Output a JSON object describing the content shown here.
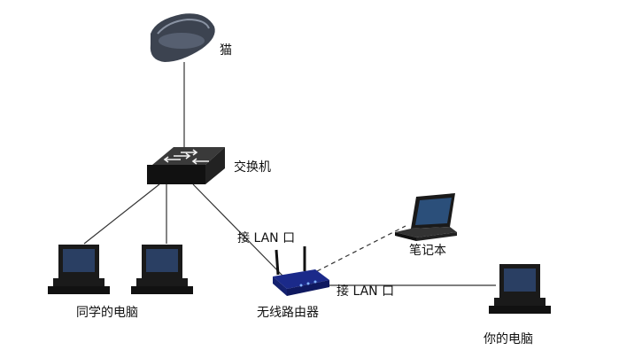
{
  "labels": {
    "modem": "猫",
    "switch": "交换机",
    "lan_port_1": "接 LAN 口",
    "laptop": "笔记本",
    "classmate_pc": "同学的电脑",
    "router": "无线路由器",
    "lan_port_2": "接 LAN 口",
    "your_pc": "你的电脑"
  },
  "colors": {
    "line": "#333333",
    "device_dark": "#1a1a1a",
    "modem_body": "#3c4350",
    "router_body": "#1b2a8a",
    "screen": "#2a3f63",
    "laptop_screen": "#2b4f7a"
  }
}
